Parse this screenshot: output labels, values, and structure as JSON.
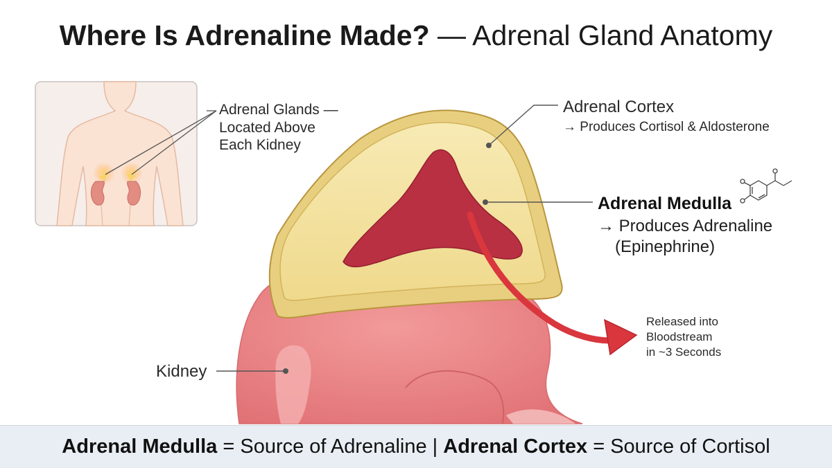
{
  "title": {
    "bold": "Where Is Adrenaline Made?",
    "rest": " — Adrenal Gland Anatomy"
  },
  "labels": {
    "glands": [
      "Adrenal Glands —",
      "Located Above",
      "Each Kidney"
    ],
    "cortex_title": "Adrenal Cortex",
    "cortex_desc": "→ Produces Cortisol & Aldosterone",
    "medulla_title": "Adrenal Medulla",
    "medulla_desc_line1": "→ Produces Adrenaline",
    "medulla_desc_line2": "(Epinephrine)",
    "blood": [
      "Released into",
      "Bloodstream",
      "in ~3 Seconds"
    ],
    "kidney": "Kidney"
  },
  "footer": {
    "part1_bold": "Adrenal Medulla",
    "part1_rest": " = Source of Adrenaline | ",
    "part2_bold": "Adrenal Cortex",
    "part2_rest": " = Source of Cortisol"
  },
  "colors": {
    "kidney": "#e8797c",
    "kidney_highlight": "#f2a4a4",
    "cortex": "#f4e3a2",
    "cortex_edge": "#c8a94c",
    "medulla": "#b83042",
    "arrow": "#d9363e",
    "footer_bg": "#e9eef4"
  }
}
